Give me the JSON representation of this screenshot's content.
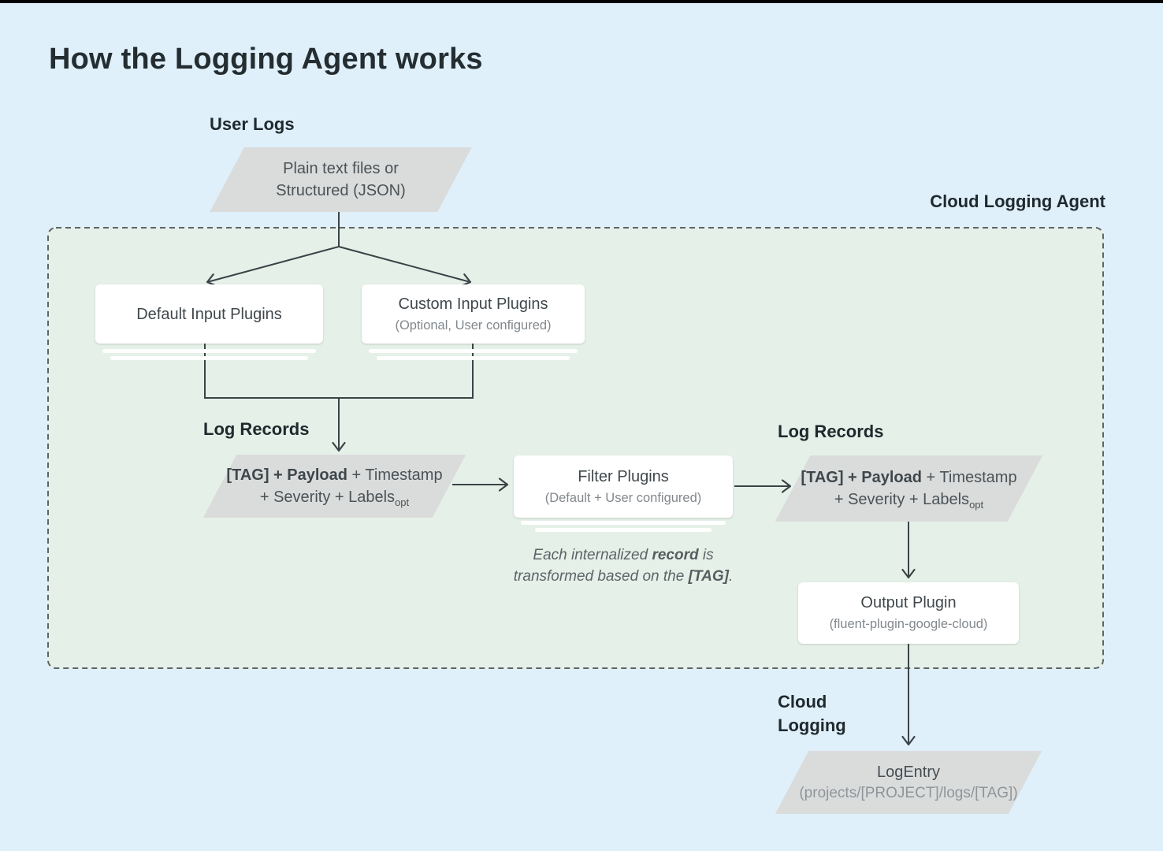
{
  "page": {
    "title": "How the Logging Agent works"
  },
  "labels": {
    "user_logs": "User Logs",
    "cloud_logging_agent": "Cloud Logging Agent",
    "log_records_left": "Log Records",
    "log_records_right": "Log Records",
    "cloud_logging": {
      "line1": "Cloud",
      "line2": "Logging"
    }
  },
  "nodes": {
    "user_logs_input": {
      "line1": "Plain text files or",
      "line2": "Structured (JSON)"
    },
    "default_input": {
      "title": "Default Input Plugins"
    },
    "custom_input": {
      "title": "Custom Input Plugins",
      "subtitle": "(Optional, User configured)"
    },
    "log_record_left": {
      "bold": "[TAG] + Payload",
      "line1_rest": " + Timestamp",
      "line2": "+ Severity + Labels",
      "subscript": "opt"
    },
    "filter_plugins": {
      "title": "Filter Plugins",
      "subtitle": "(Default + User configured)"
    },
    "filter_note": {
      "line1_pre": "Each internalized ",
      "line1_bold": "record",
      "line1_post": " is",
      "line2_pre": "transformed based on the ",
      "line2_bold": "[TAG]",
      "line2_post": "."
    },
    "log_record_right": {
      "bold": "[TAG] + Payload",
      "line1_rest": " + Timestamp",
      "line2": "+ Severity + Labels",
      "subscript": "opt"
    },
    "output_plugin": {
      "title": "Output Plugin",
      "subtitle": "(fluent-plugin-google-cloud)"
    },
    "log_entry": {
      "title": "LogEntry",
      "subtitle": "(projects/[PROJECT]/logs/[TAG])"
    }
  },
  "colors": {
    "page_background": "#dff0fa",
    "agent_background": "#e5f1e8",
    "agent_border": "#5f6469",
    "shape_fill": "#dadcdc",
    "card_fill": "#ffffff",
    "connector": "#3c4347",
    "text_primary": "#242d31",
    "text_secondary": "#82888d"
  }
}
